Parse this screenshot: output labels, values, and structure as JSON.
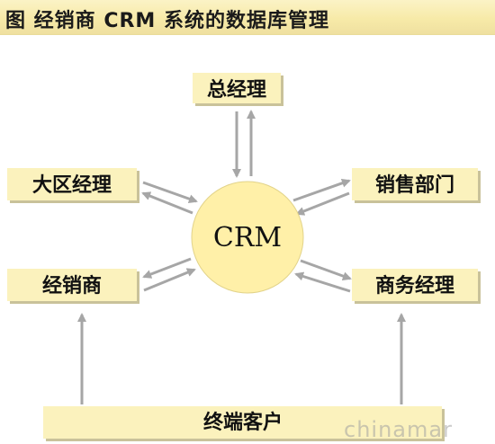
{
  "title": "图  经销商 CRM 系统的数据库管理",
  "center": "CRM",
  "nodes": {
    "gm": "总经理",
    "regional": "大区经理",
    "sales_dept": "销售部门",
    "dealer": "经销商",
    "biz_manager": "商务经理",
    "end_customer": "终端客户"
  },
  "watermark": "chinamar",
  "colors": {
    "title_bg": "#f7eaa8",
    "box_fill": "#fbf2bd",
    "box_shadow": "#c9c29a",
    "crm_fill": "#fff0a8",
    "arrow": "#a6a6a6"
  }
}
